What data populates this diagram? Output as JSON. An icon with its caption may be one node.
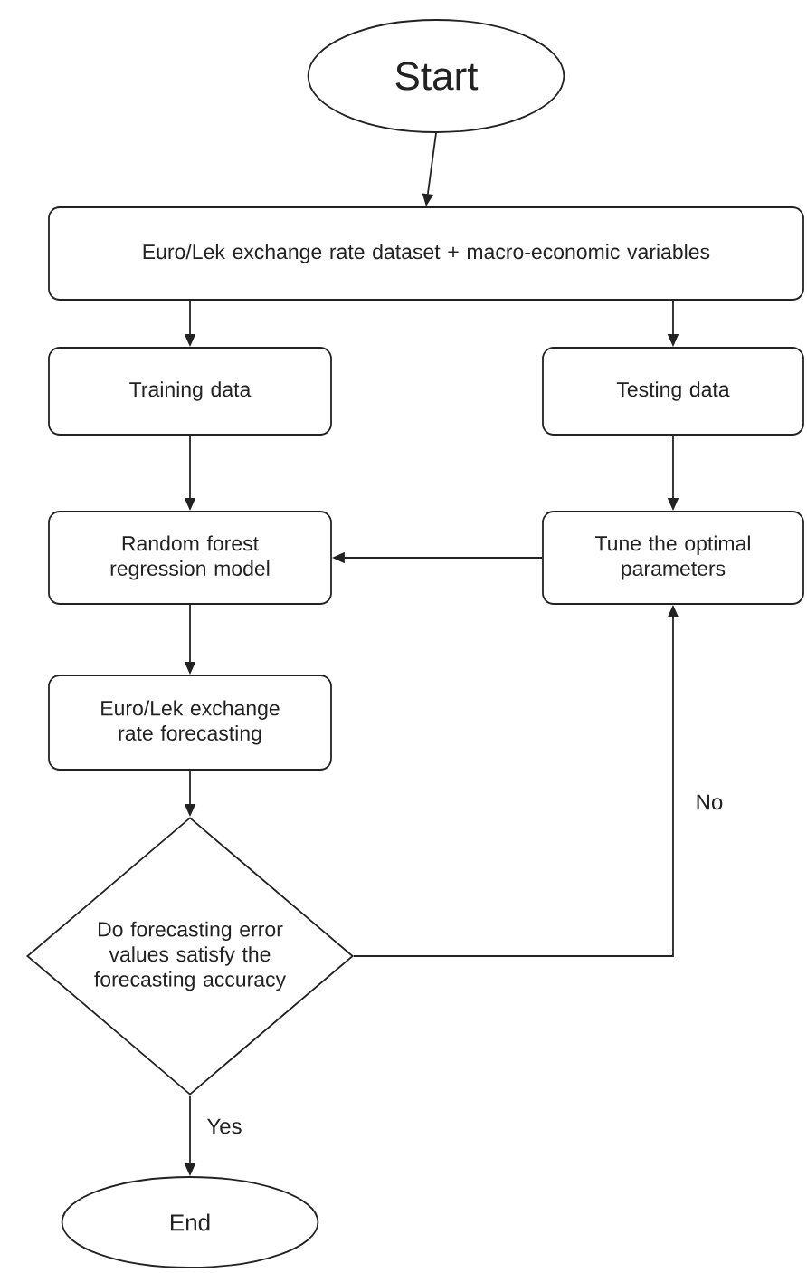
{
  "diagram": {
    "nodes": [
      {
        "text": [
          "Start"
        ]
      },
      {
        "text": [
          "Euro/Lek exchange rate dataset + macro-economic variables"
        ]
      },
      {
        "text": [
          "Training data"
        ]
      },
      {
        "text": [
          "Testing data"
        ]
      },
      {
        "text": [
          "Random forest regression model"
        ]
      },
      {
        "text": [
          "Tune the optimal parameters"
        ]
      },
      {
        "text": [
          "Euro/Lek exchange rate forecasting"
        ]
      },
      {
        "text": [
          "Do forecasting error values satisfy the forecasting accuracy"
        ]
      },
      {
        "text": [
          "End"
        ]
      }
    ],
    "edges": [
      {
        "from": 0,
        "to": 1,
        "arrow": "to"
      },
      {
        "from": 1,
        "to": 2,
        "arrow": "to"
      },
      {
        "from": 1,
        "to": 3,
        "arrow": "to"
      },
      {
        "from": 2,
        "to": 4,
        "arrow": "to"
      },
      {
        "from": 3,
        "to": 5,
        "arrow": "to"
      },
      {
        "from": 5,
        "to": 4,
        "arrow": "to"
      },
      {
        "from": 4,
        "to": 6,
        "arrow": "to"
      },
      {
        "from": 6,
        "to": 7,
        "arrow": "to"
      },
      {
        "from": 7,
        "to": 5,
        "arrow": "to",
        "label": "No"
      },
      {
        "from": 7,
        "to": 8,
        "arrow": "to",
        "label": "Yes"
      }
    ]
  }
}
